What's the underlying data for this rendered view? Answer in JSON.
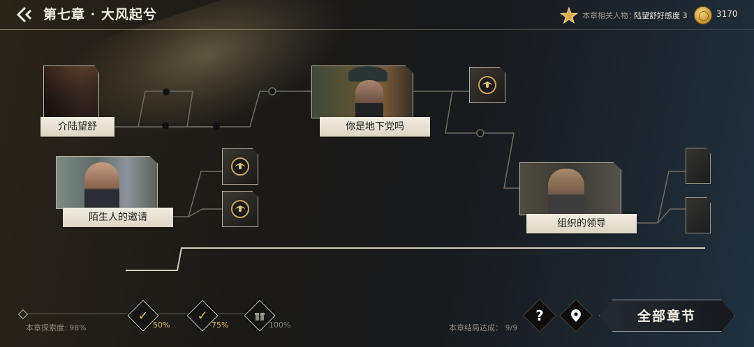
{
  "header": {
    "chapter_title": "第七章 · 大风起兮",
    "related_label": "本章相关人物：",
    "related_value": "陆望舒好感度 3",
    "coins": "3170"
  },
  "story_nodes": [
    {
      "id": "lu",
      "label": "介陆望舒"
    },
    {
      "id": "stranger",
      "label": "陌生人的邀请"
    },
    {
      "id": "underground",
      "label": "你是地下党吗"
    },
    {
      "id": "leader",
      "label": "组织的领导"
    }
  ],
  "progress": {
    "explore_label": "本章探索度:",
    "explore_value": "98%",
    "milestones": [
      {
        "pct": "50%",
        "state": "done",
        "icon": "check-icon"
      },
      {
        "pct": "75%",
        "state": "done",
        "icon": "check-icon"
      },
      {
        "pct": "100%",
        "state": "locked",
        "icon": "gift-icon"
      }
    ],
    "ending_label": "本章结局达成：",
    "ending_value": "9/9"
  },
  "buttons": {
    "help_glyph": "?",
    "all_chapters": "全部章节"
  },
  "colors": {
    "accent_gold": "#e2b963",
    "label_bg": "#ece6d8",
    "line": "#7d7a72"
  }
}
